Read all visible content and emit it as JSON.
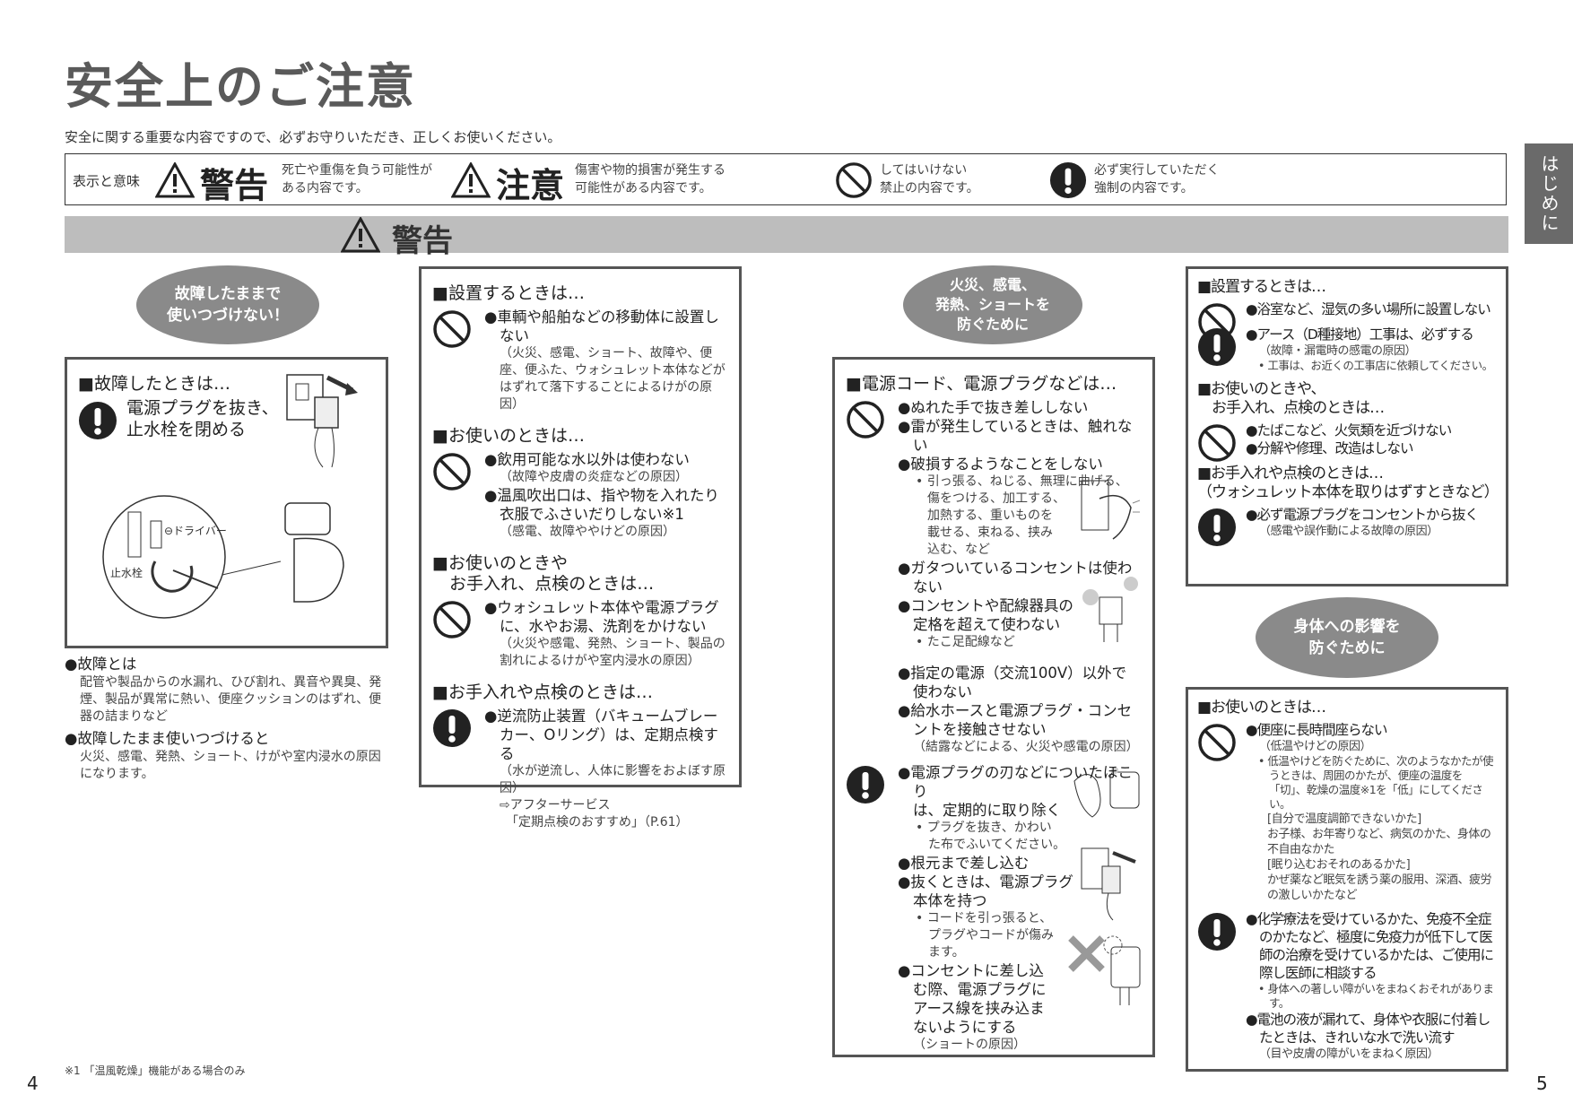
{
  "title": "安全上のご注意",
  "intro": "安全に関する重要な内容ですので、必ずお守りいただき、正しくお使いください。",
  "legend": {
    "label": "表示と意味",
    "warning": {
      "word": "警告",
      "desc": "死亡や重傷を負う可能性が\nある内容です。",
      "icon": "warning-triangle-icon"
    },
    "caution": {
      "word": "注意",
      "desc": "傷害や物的損害が発生する\n可能性がある内容です。",
      "icon": "warning-triangle-icon"
    },
    "prohibit": {
      "desc": "してはいけない\n禁止の内容です。",
      "icon": "prohibited-icon"
    },
    "mandatory": {
      "desc": "必ず実行していただく\n強制の内容です。",
      "icon": "mandatory-exclamation-icon"
    }
  },
  "warning_bar": "警告",
  "side_tab": "はじめに",
  "colors": {
    "banner_gray": "#bdbdbd",
    "oval_gray": "#8a8a8a",
    "side_tab": "#6a6a6a"
  },
  "col1": {
    "oval": "故障したままで\n使いつづけない！",
    "box_heading": "■故障したときは…",
    "box_action": "電源プラグを抜き、\n止水栓を閉める",
    "illus_labels": {
      "driver": "⊖ドライバー",
      "valve": "止水栓"
    },
    "notes": [
      {
        "head": "●故障とは",
        "body": "配管や製品からの水漏れ、ひび割れ、異音や異臭、発煙、製品が異常に熱い、便座クッションのはずれ、便器の詰まりなど"
      },
      {
        "head": "●故障したまま使いつづけると",
        "body": "火災、感電、発熱、ショート、けがや室内浸水の原因になります。"
      }
    ]
  },
  "col2": {
    "sections": [
      {
        "heading": "■設置するときは…",
        "groups": [
          {
            "icon": "prohibit",
            "items": [
              {
                "k": "main",
                "t": "●車輌や船舶などの移動体に設置しない"
              },
              {
                "k": "note",
                "t": "（火災、感電、ショート、故障や、便座、便ふた、ウォシュレット本体などがはずれて落下することによるけがの原因）"
              }
            ]
          }
        ]
      },
      {
        "heading": "■お使いのときは…",
        "groups": [
          {
            "icon": "prohibit",
            "items": [
              {
                "k": "main",
                "t": "●飲用可能な水以外は使わない"
              },
              {
                "k": "note",
                "t": "（故障や皮膚の炎症などの原因）"
              },
              {
                "k": "main",
                "t": "●温風吹出口は、指や物を入れたり衣服でふさいだりしない※1"
              },
              {
                "k": "note",
                "t": "（感電、故障ややけどの原因）"
              }
            ]
          }
        ]
      },
      {
        "heading": "■お使いのときや\n　お手入れ、点検のときは…",
        "groups": [
          {
            "icon": "prohibit",
            "items": [
              {
                "k": "main",
                "t": "●ウォシュレット本体や電源プラグに、水やお湯、洗剤をかけない"
              },
              {
                "k": "note",
                "t": "（火災や感電、発熱、ショート、製品の割れによるけがや室内浸水の原因）"
              }
            ]
          }
        ]
      },
      {
        "heading": "■お手入れや点検のときは…",
        "groups": [
          {
            "icon": "mandatory",
            "items": [
              {
                "k": "main",
                "t": "●逆流防止装置（バキュームブレーカー、Oリング）は、定期点検する"
              },
              {
                "k": "note",
                "t": "（水が逆流し、人体に影響をおよぼす原因）"
              },
              {
                "k": "note",
                "t": "⇨アフターサービス"
              },
              {
                "k": "note",
                "t": "　「定期点検のおすすめ」（P.61）"
              }
            ]
          }
        ]
      }
    ]
  },
  "col3": {
    "oval": "火災、感電、\n発熱、ショートを\n防ぐために",
    "sections": [
      {
        "heading": "■電源コード、電源プラグなどは…",
        "groups": [
          {
            "icon": "prohibit",
            "items": [
              {
                "k": "main",
                "t": "●ぬれた手で抜き差ししない"
              },
              {
                "k": "main",
                "t": "●雷が発生しているときは、触れない"
              },
              {
                "k": "main",
                "t": "●破損するようなことをしない"
              },
              {
                "k": "sub",
                "t": "• 引っ張る、ねじる、無理に曲げる、"
              },
              {
                "k": "plain",
                "t": "傷をつける、加工する、\n加熱する、重いものを\n載せる、束ねる、挟み\n込む、など"
              },
              {
                "k": "main",
                "t": "●ガタついているコンセントは使わない"
              },
              {
                "k": "main",
                "t": "●コンセントや配線器具の\n定格を超えて使わない"
              },
              {
                "k": "sub",
                "t": "• たこ足配線など"
              },
              {
                "k": "gap",
                "t": ""
              },
              {
                "k": "main",
                "t": "●指定の電源（交流100V）以外で使わない"
              },
              {
                "k": "main",
                "t": "●給水ホースと電源プラグ・コンセントを接触させない"
              },
              {
                "k": "note",
                "t": "（結露などによる、火災や感電の原因）"
              }
            ]
          },
          {
            "icon": "mandatory",
            "items": [
              {
                "k": "main",
                "t": "●電源プラグの刃などについたほこり\nは、定期的に取り除く"
              },
              {
                "k": "sub",
                "t": "• プラグを抜き、かわい\nた布でふいてください。"
              },
              {
                "k": "main",
                "t": "●根元まで差し込む"
              },
              {
                "k": "main",
                "t": "●抜くときは、電源プラグ\n本体を持つ"
              },
              {
                "k": "sub",
                "t": "• コードを引っ張ると、\nプラグやコードが傷み\nます。"
              },
              {
                "k": "main",
                "t": "●コンセントに差し込\nむ際、電源プラグに\nアース線を挟み込ま\nないようにする"
              },
              {
                "k": "note",
                "t": "（ショートの原因）"
              }
            ]
          }
        ]
      }
    ]
  },
  "col4": {
    "sections": [
      {
        "heading": "■設置するときは…",
        "groups": [
          {
            "icon": "prohibit",
            "items": [
              {
                "k": "main",
                "t": "●浴室など、湿気の多い場所に設置しない"
              }
            ]
          },
          {
            "icon": "mandatory",
            "items": [
              {
                "k": "main",
                "t": "●アース（D種接地）工事は、必ずする"
              },
              {
                "k": "note",
                "t": "（故障・漏電時の感電の原因）"
              },
              {
                "k": "sub",
                "t": "• 工事は、お近くの工事店に依頼してください。"
              }
            ]
          }
        ]
      },
      {
        "heading": "■お使いのときや、\n　お手入れ、点検のときは…",
        "groups": [
          {
            "icon": "prohibit",
            "items": [
              {
                "k": "main",
                "t": "●たばこなど、火気類を近づけない"
              },
              {
                "k": "main",
                "t": "●分解や修理、改造はしない"
              }
            ]
          }
        ]
      },
      {
        "heading": "■お手入れや点検のときは…\n（ウォシュレット本体を取りはずすときなど）",
        "groups": [
          {
            "icon": "mandatory",
            "items": [
              {
                "k": "main",
                "t": "●必ず電源プラグをコンセントから抜く"
              },
              {
                "k": "note",
                "t": "（感電や誤作動による故障の原因）"
              }
            ]
          }
        ]
      }
    ],
    "oval": "身体への影響を\n防ぐために",
    "sections2": [
      {
        "heading": "■お使いのときは…",
        "groups": [
          {
            "icon": "prohibit",
            "items": [
              {
                "k": "main",
                "t": "●便座に長時間座らない"
              },
              {
                "k": "note",
                "t": "（低温やけどの原因）"
              },
              {
                "k": "sub",
                "t": "• 低温やけどを防ぐために、次のようなかたが使うときは、周囲のかたが、便座の温度を「切」、乾燥の温度※1を「低」にしてください。"
              },
              {
                "k": "plain",
                "t": "[自分で温度調節できないかた]\nお子様、お年寄りなど、病気のかた、身体の不自由なかた\n[眠り込むおそれのあるかた]\nかぜ薬など眠気を誘う薬の服用、深酒、疲労の激しいかたなど"
              }
            ]
          },
          {
            "icon": "mandatory",
            "items": [
              {
                "k": "main",
                "t": "●化学療法を受けているかた、免疫不全症のかたなど、極度に免疫力が低下して医師の治療を受けているかたは、ご使用に際し医師に相談する"
              },
              {
                "k": "sub",
                "t": "• 身体への著しい障がいをまねくおそれがあります。"
              },
              {
                "k": "main",
                "t": "●電池の液が漏れて、身体や衣服に付着したときは、きれいな水で洗い流す"
              },
              {
                "k": "note",
                "t": "（目や皮膚の障がいをまねく原因）"
              }
            ]
          }
        ]
      }
    ]
  },
  "footnote": "※1 「温風乾燥」機能がある場合のみ",
  "page_left": "4",
  "page_right": "5"
}
